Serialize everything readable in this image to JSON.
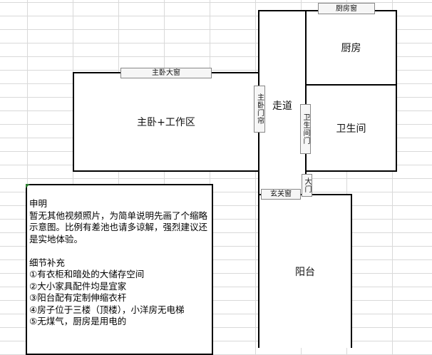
{
  "rooms": {
    "kitchen": "厨房",
    "bathroom": "卫生间",
    "corridor": "走道",
    "master": "主卧+工作区",
    "balcony": "阳台"
  },
  "labels": {
    "kitchen_window": "厨房窗",
    "master_big_window": "主卧大窗",
    "master_door_curtain": "主卧门帘",
    "bathroom_door": "卫生间门",
    "main_door": "大门",
    "entrance_window": "玄关窗"
  },
  "note": {
    "heading": "申明",
    "statement": "暂无其他视频照片，为简单说明先画了个缩略示意图。比例有差池也请多谅解，强烈建议还是实地体验。",
    "details_heading": "细节补充",
    "detail_1": "①有衣柜和暗处的大储存空间",
    "detail_2": "②大小家具配件均是宜家",
    "detail_3": "③阳台配有定制伸缩衣杆",
    "detail_4": "④房子位于三楼（顶楼），小洋房无电梯",
    "detail_5": "⑤无煤气，厨房是用电的"
  }
}
